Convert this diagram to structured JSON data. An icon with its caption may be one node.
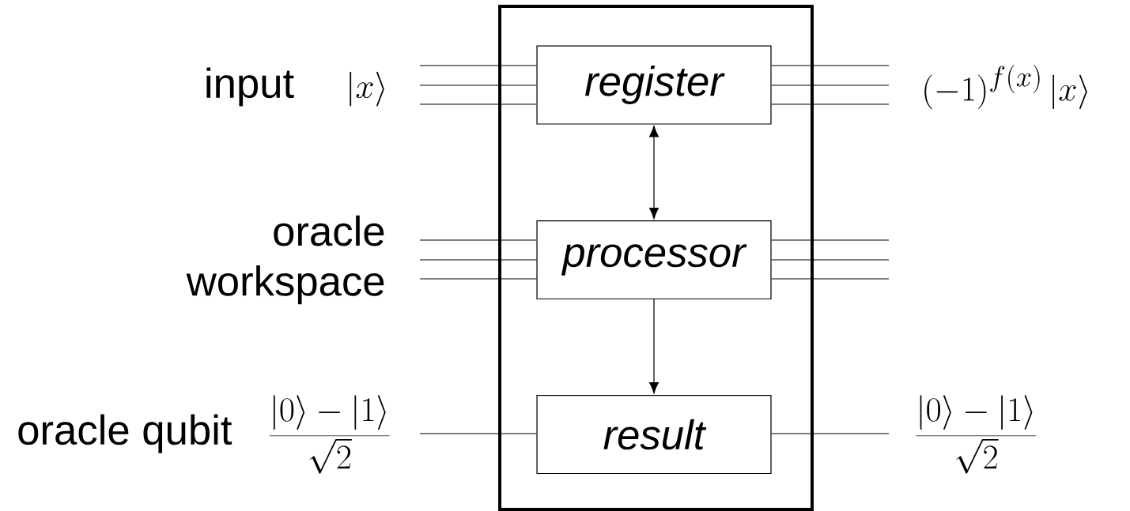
{
  "diagram": {
    "nodes": [
      {
        "text": [],
        "shape": "box"
      },
      {
        "text": [
          "register"
        ],
        "in": 0
      },
      {
        "text": [
          "processor"
        ],
        "in": 0
      },
      {
        "text": [
          "result"
        ],
        "in": 0
      },
      {
        "text": [
          "input",
          "\\left|x\\right\\rangle"
        ]
      },
      {
        "text": [
          "oracle workspace"
        ]
      },
      {
        "text": [
          "oracle qubit",
          "\\frac{\\left|0\\right\\rangle-\\left|1\\right\\rangle}{\\sqrt{2}}"
        ]
      },
      {
        "text": [
          "(-1)^{f(x)}\\left|x\\right\\rangle"
        ]
      },
      {
        "text": [
          "\\frac{\\left|0\\right\\rangle-\\left|1\\right\\rangle}{\\sqrt{2}}"
        ]
      }
    ],
    "edges": [
      {
        "from": 4,
        "to": 1,
        "arrow": "none"
      },
      {
        "from": 4,
        "to": 1,
        "arrow": "none"
      },
      {
        "from": 4,
        "to": 1,
        "arrow": "none"
      },
      {
        "from": 5,
        "to": 2,
        "arrow": "none"
      },
      {
        "from": 5,
        "to": 2,
        "arrow": "none"
      },
      {
        "from": 5,
        "to": 2,
        "arrow": "none"
      },
      {
        "from": 6,
        "to": 3,
        "arrow": "none"
      },
      {
        "from": 1,
        "to": 7,
        "arrow": "none"
      },
      {
        "from": 1,
        "to": 7,
        "arrow": "none"
      },
      {
        "from": 1,
        "to": 7,
        "arrow": "none"
      },
      {
        "from": 2,
        "to": null,
        "arrow": "none"
      },
      {
        "from": 2,
        "to": null,
        "arrow": "none"
      },
      {
        "from": 2,
        "to": null,
        "arrow": "none"
      },
      {
        "from": 3,
        "to": 8,
        "arrow": "none"
      },
      {
        "from": 1,
        "to": 2,
        "arrow": "both"
      },
      {
        "from": 2,
        "to": 3,
        "arrow": "to"
      }
    ]
  }
}
